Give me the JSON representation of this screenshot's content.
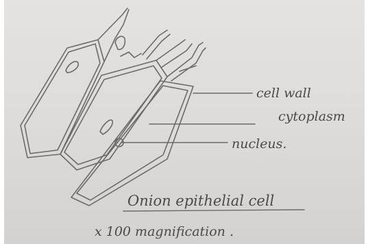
{
  "labels": {
    "cell_wall": "cell wall",
    "cytoplasm": "cytoplasm",
    "nucleus": "nucleus."
  },
  "title": "Onion epithelial cell",
  "magnification": "x 100 magnification ."
}
